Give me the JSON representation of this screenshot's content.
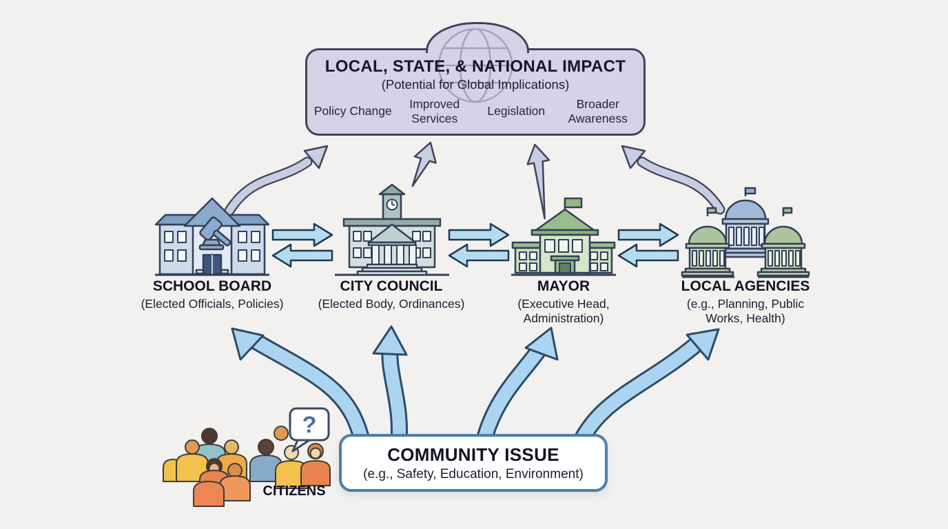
{
  "diagram_title_implied": "Community issue civic flow",
  "background_color": "#f1f0ee",
  "impact_box": {
    "title": "LOCAL, STATE, & NATIONAL IMPACT",
    "subtitle": "(Potential for Global Implications)",
    "outcomes": [
      "Policy Change",
      "Improved Services",
      "Legislation",
      "Broader Awareness"
    ],
    "fill": "#d7d3e6",
    "border_color": "#45415a",
    "icon": "globe-icon"
  },
  "entities": [
    {
      "name": "SCHOOL BOARD",
      "detail": "(Elected Officials, Policies)",
      "icon": "school-board-building-icon"
    },
    {
      "name": "CITY COUNCIL",
      "detail": "(Elected Body, Ordinances)",
      "icon": "city-council-building-icon"
    },
    {
      "name": "MAYOR",
      "detail": "(Executive Head, Administration)",
      "icon": "mayor-building-icon"
    },
    {
      "name": "LOCAL AGENCIES",
      "detail": "(e.g., Planning, Public Works, Health)",
      "icon": "local-agencies-buildings-icon"
    }
  ],
  "citizens": {
    "label": "CITIZENS",
    "bubble_text": "?",
    "icon": "citizens-crowd-icon"
  },
  "community_issue": {
    "title": "COMMUNITY ISSUE",
    "subtitle": "(e.g., Safety, Education, Environment)",
    "border_color": "#4a7fa8",
    "fill": "#ffffff"
  },
  "connections": [
    {
      "from": "community-issue",
      "to": "school-board",
      "style": "large-light-blue-arrow"
    },
    {
      "from": "community-issue",
      "to": "city-council",
      "style": "large-light-blue-arrow"
    },
    {
      "from": "community-issue",
      "to": "mayor",
      "style": "large-light-blue-arrow"
    },
    {
      "from": "community-issue",
      "to": "local-agencies",
      "style": "large-light-blue-arrow"
    },
    {
      "from": "school-board",
      "to": "city-council",
      "style": "bidirectional-blue-arrows"
    },
    {
      "from": "city-council",
      "to": "mayor",
      "style": "bidirectional-blue-arrows"
    },
    {
      "from": "mayor",
      "to": "local-agencies",
      "style": "bidirectional-blue-arrows"
    },
    {
      "from": "school-board",
      "to": "impact",
      "style": "lavender-arrow"
    },
    {
      "from": "city-council",
      "to": "impact",
      "style": "lavender-arrow"
    },
    {
      "from": "mayor",
      "to": "impact",
      "style": "lavender-arrow"
    },
    {
      "from": "local-agencies",
      "to": "impact",
      "style": "lavender-arrow"
    }
  ],
  "arrow_colors": {
    "issue_to_entities_fill": "#aad4f0",
    "entities_to_impact_fill": "#c7cde2",
    "between_entities_fill": "#b4dcf0",
    "outline": "#2d4a68"
  }
}
